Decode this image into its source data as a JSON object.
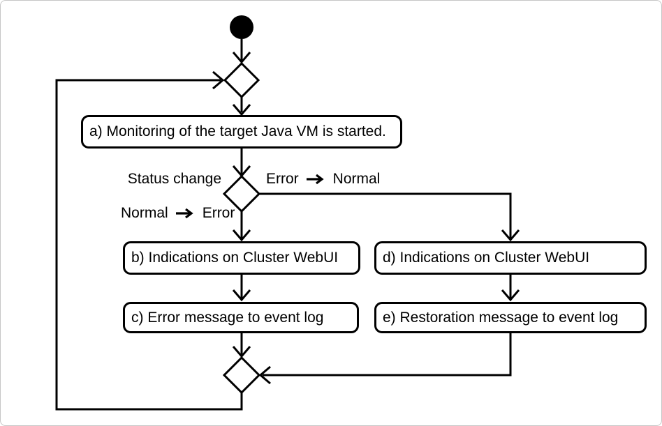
{
  "window": {
    "background": "#ffffff",
    "border_color": "#c6c6c6"
  },
  "diagram": {
    "type": "activity-flowchart",
    "nodes": {
      "box_a": "a) Monitoring of the target Java VM is started.",
      "box_b": "b) Indications on Cluster WebUI",
      "box_c": "c) Error message to event log",
      "box_d": "d) Indications on Cluster WebUI",
      "box_e": "e) Restoration message to event log"
    },
    "edge_labels": {
      "decision_label": "Status change",
      "error_to_normal": {
        "from": "Error",
        "to": "Normal"
      },
      "normal_to_error": {
        "from": "Normal",
        "to": "Error"
      }
    },
    "colors": {
      "line": "#000000",
      "node_fill": "#ffffff",
      "start_node_fill": "#000000"
    }
  }
}
